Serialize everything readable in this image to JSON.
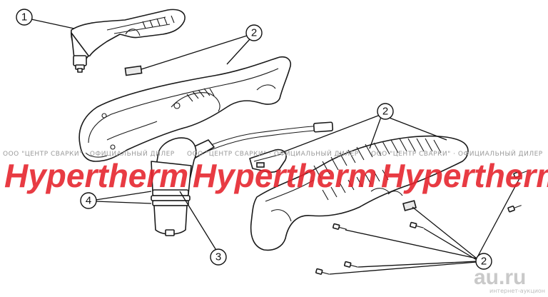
{
  "callouts": [
    {
      "id": "c1",
      "number": "1"
    },
    {
      "id": "c2a",
      "number": "2"
    },
    {
      "id": "c2b",
      "number": "2"
    },
    {
      "id": "c4",
      "number": "4"
    },
    {
      "id": "c3",
      "number": "3"
    },
    {
      "id": "c2c",
      "number": "2"
    }
  ],
  "watermark": {
    "brand": "Hypertherm",
    "dealer_line": "ООО \"ЦЕНТР СВАРКИ\" · ОФИЦИАЛЬНЫЙ ДИЛЕР"
  },
  "corner_logo": {
    "name": "au.ru",
    "tagline": "интернет-аукцион"
  }
}
